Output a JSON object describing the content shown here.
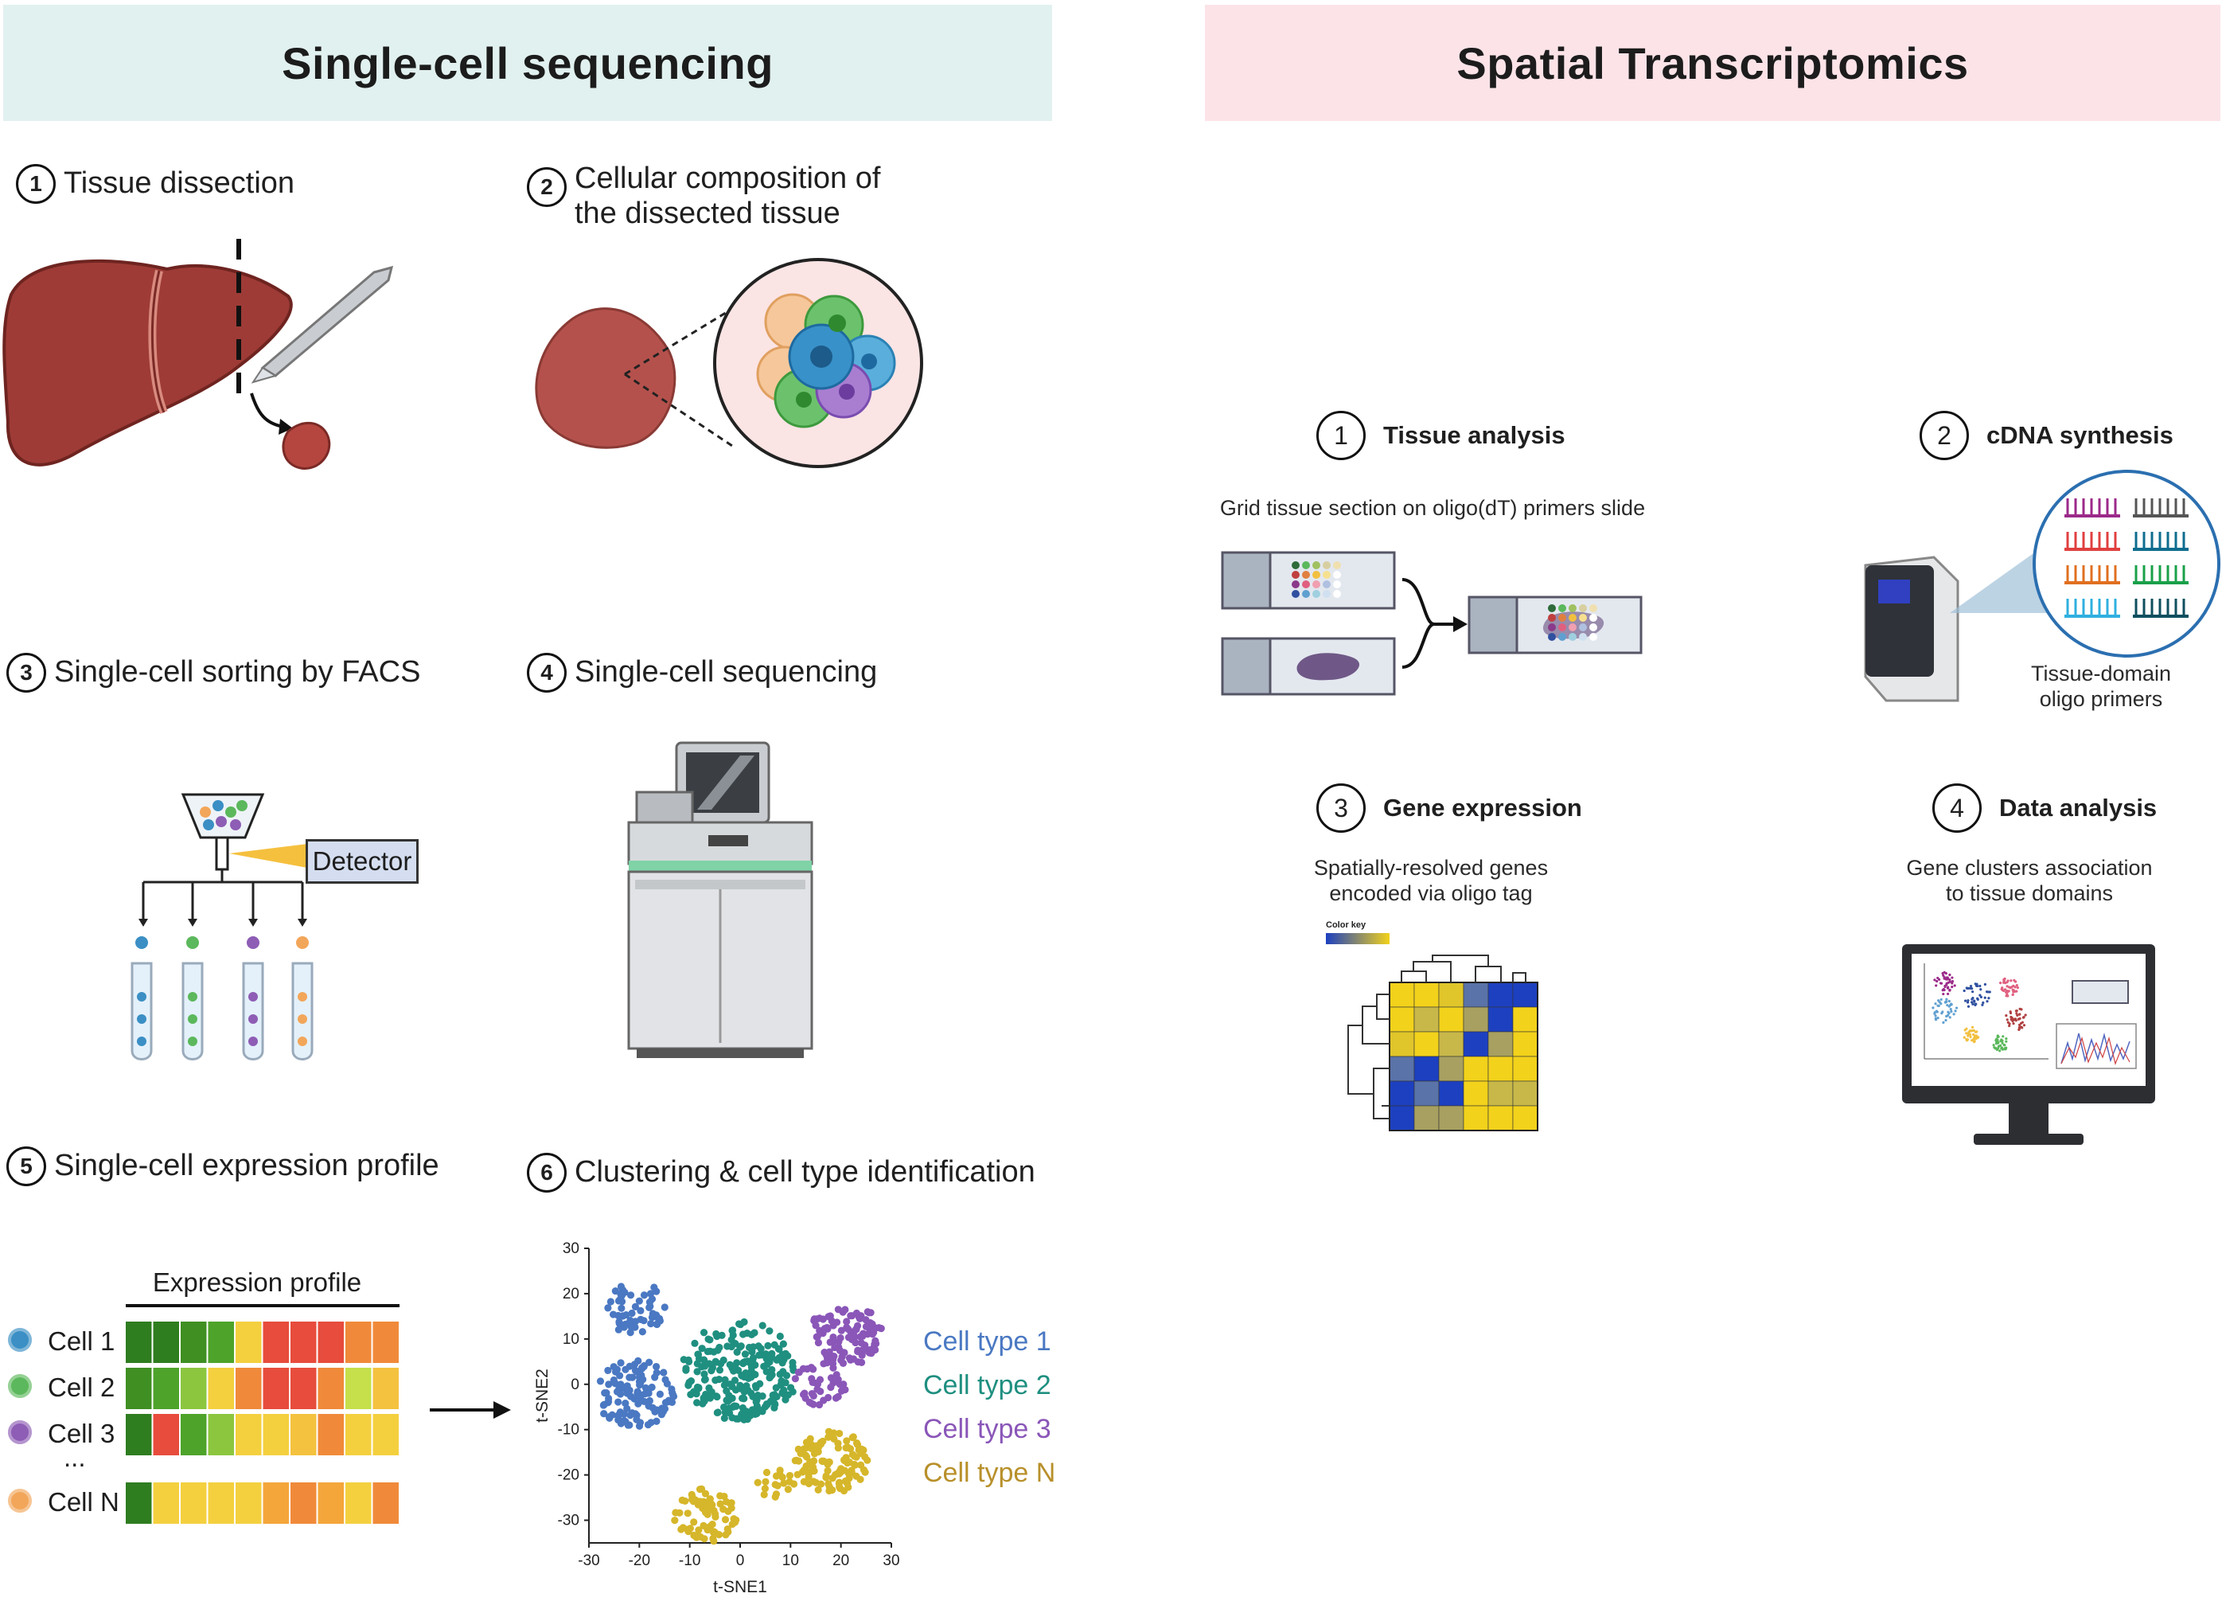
{
  "left_panel": {
    "title": "Single-cell sequencing",
    "steps": [
      {
        "num": "1",
        "label": "Tissue dissection"
      },
      {
        "num": "2",
        "label": "Cellular composition of the dissected tissue",
        "line1": "Cellular composition of",
        "line2": "the dissected tissue"
      },
      {
        "num": "3",
        "label": "Single-cell sorting by FACS"
      },
      {
        "num": "4",
        "label": "Single-cell sequencing"
      },
      {
        "num": "5",
        "label": "Single-cell expression profile"
      },
      {
        "num": "6",
        "label": "Clustering & cell type identification"
      }
    ],
    "facs": {
      "detector_label": "Detector"
    },
    "expression": {
      "title": "Expression profile",
      "cells": [
        "Cell 1",
        "Cell 2",
        "Cell 3",
        "Cell N"
      ],
      "ellipsis": "...",
      "cell_colors": [
        "#3b8fc4",
        "#5cb85c",
        "#8e5db5",
        "#f2a65a"
      ],
      "heatmap_rows": [
        [
          "#2e7d1f",
          "#2e7d1f",
          "#3f8f22",
          "#4ea32a",
          "#f4d03f",
          "#e74c3c",
          "#e74c3c",
          "#e74c3c",
          "#f08a3a",
          "#f08a3a"
        ],
        [
          "#3f8f22",
          "#4ea32a",
          "#8cc63f",
          "#f4d03f",
          "#f08a3a",
          "#e74c3c",
          "#e74c3c",
          "#f08a3a",
          "#c5e04a",
          "#f4c23f"
        ],
        [
          "#2e7d1f",
          "#e74c3c",
          "#4ea32a",
          "#8cc63f",
          "#f4d03f",
          "#f4d03f",
          "#f4c23f",
          "#f08a3a",
          "#f4d03f",
          "#f4d03f"
        ],
        [
          "#2e7d1f",
          "#f4d03f",
          "#f4d03f",
          "#f4d03f",
          "#f4d03f",
          "#f4a63a",
          "#f08a3a",
          "#f4a63a",
          "#f4d03f",
          "#f08a3a"
        ]
      ]
    }
  },
  "chart_data": {
    "type": "scatter",
    "xlabel": "t-SNE1",
    "ylabel": "t-SNE2",
    "xlim": [
      -30,
      30
    ],
    "ylim": [
      -35,
      30
    ],
    "x_ticks": [
      -30,
      -20,
      -10,
      0,
      10,
      20,
      30
    ],
    "y_ticks": [
      30,
      20,
      10,
      0,
      -10,
      -20,
      -30
    ],
    "series": [
      {
        "name": "Cell type 1",
        "color": "#4a78c2",
        "clusters": [
          {
            "cx": -21,
            "cy": 17,
            "r": 6,
            "n": 55
          },
          {
            "cx": -21,
            "cy": -2,
            "r": 7.5,
            "n": 110
          }
        ]
      },
      {
        "name": "Cell type 2",
        "color": "#1f8f80",
        "clusters": [
          {
            "cx": 0,
            "cy": 3,
            "r": 11,
            "n": 230
          }
        ]
      },
      {
        "name": "Cell type 3",
        "color": "#8a56b8",
        "clusters": [
          {
            "cx": 21,
            "cy": 11,
            "r": 7,
            "n": 110
          },
          {
            "cx": 16,
            "cy": 0,
            "r": 5,
            "n": 40
          }
        ]
      },
      {
        "name": "Cell type N",
        "color": "#d6b62a",
        "clusters": [
          {
            "cx": 18,
            "cy": -17,
            "r": 7,
            "n": 110
          },
          {
            "cx": 7,
            "cy": -22,
            "r": 3.5,
            "n": 18
          },
          {
            "cx": -7,
            "cy": -29,
            "r": 6,
            "n": 75
          }
        ]
      }
    ]
  },
  "right_panel": {
    "title": "Spatial Transcriptomics",
    "steps": [
      {
        "num": "1",
        "label": "Tissue analysis",
        "caption": "Grid tissue section on oligo(dT) primers slide"
      },
      {
        "num": "2",
        "label": "cDNA synthesis",
        "caption_line1": "Tissue-domain",
        "caption_line2": "oligo primers"
      },
      {
        "num": "3",
        "label": "Gene expression",
        "caption_line1": "Spatially-resolved genes",
        "caption_line2": "encoded via oligo tag",
        "color_key": "Color key"
      },
      {
        "num": "4",
        "label": "Data analysis",
        "caption_line1": "Gene clusters association",
        "caption_line2": "to tissue domains"
      }
    ],
    "gene_heatmap": [
      [
        "#f2d21b",
        "#f2d21b",
        "#e0c62a",
        "#5a73a8",
        "#1d40c0",
        "#1d40c0"
      ],
      [
        "#f2d21b",
        "#c8b84a",
        "#f2d21b",
        "#a8a060",
        "#1d40c0",
        "#f2d21b"
      ],
      [
        "#e0c62a",
        "#f2d21b",
        "#c8b84a",
        "#1d40c0",
        "#a8a060",
        "#f2d21b"
      ],
      [
        "#5a73a8",
        "#1d40c0",
        "#a8a060",
        "#f2d21b",
        "#f2d21b",
        "#f2d21b"
      ],
      [
        "#1d40c0",
        "#5a73a8",
        "#1d40c0",
        "#f2d21b",
        "#c8b84a",
        "#c8b84a"
      ],
      [
        "#1d40c0",
        "#a8a060",
        "#a8a060",
        "#f2d21b",
        "#f2d21b",
        "#f2d21b"
      ]
    ],
    "primer_colors": [
      "#9c2a8a",
      "#555555",
      "#e04040",
      "#0f6d8f",
      "#e07020",
      "#1aa04a",
      "#30b0e0",
      "#0f4f5f"
    ]
  }
}
